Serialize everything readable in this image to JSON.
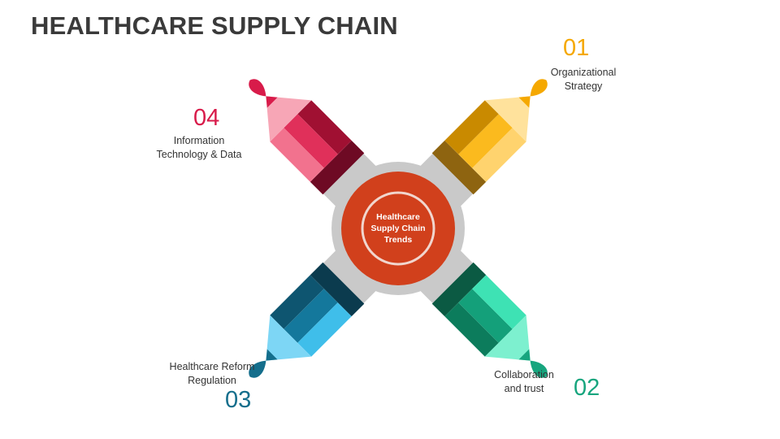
{
  "title": "HEALTHCARE SUPPLY CHAIN",
  "hub": {
    "lines": [
      "Healthcare",
      "Supply Chain",
      "Trends"
    ]
  },
  "items": [
    {
      "number": "01",
      "lines": [
        "Organizational",
        "Strategy"
      ],
      "color": "#F5A800",
      "light": "#FFD36E",
      "mid": "#FBBA1E",
      "dark": "#C98A00",
      "band": "#8E6410",
      "tip": "#FFE29C"
    },
    {
      "number": "02",
      "lines": [
        "Collaboration",
        "and trust"
      ],
      "color": "#17A57E",
      "light": "#3EE2B4",
      "mid": "#14A07A",
      "dark": "#0C7C5C",
      "band": "#0B5A43",
      "tip": "#7DF0CF"
    },
    {
      "number": "03",
      "lines": [
        "Healthcare Reform",
        "Regulation"
      ],
      "color": "#146E8C",
      "light": "#3FBEEA",
      "mid": "#14789C",
      "dark": "#0E5570",
      "band": "#0B3B4E",
      "tip": "#7DD6F5"
    },
    {
      "number": "04",
      "lines": [
        "Information",
        "Technology & Data"
      ],
      "color": "#D81B4A",
      "light": "#F2728E",
      "mid": "#E0305A",
      "dark": "#A01032",
      "band": "#6E0A24",
      "tip": "#F7A6B6"
    }
  ]
}
